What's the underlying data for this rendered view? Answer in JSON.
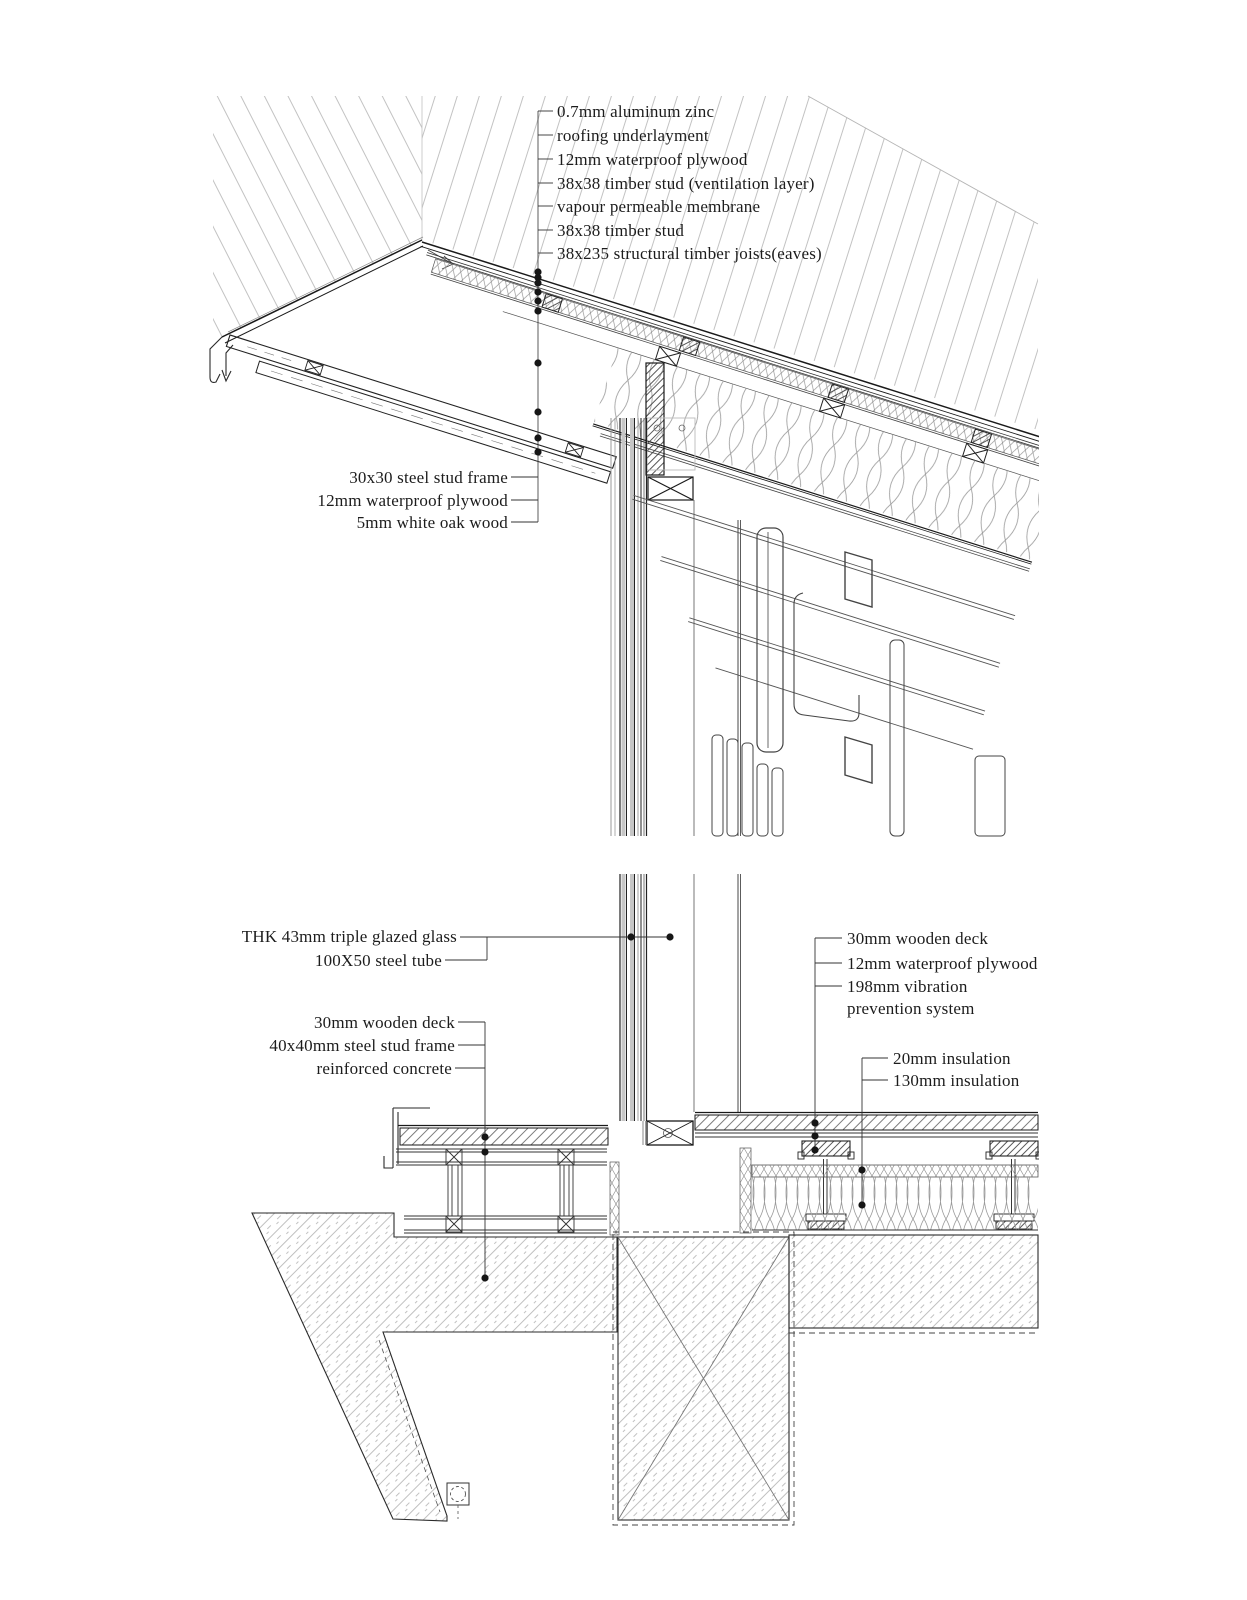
{
  "labels": {
    "roof_layers": [
      "0.7mm aluminum zinc",
      "roofing underlayment",
      "12mm waterproof plywood",
      "38x38 timber stud (ventilation layer)",
      "vapour permeable membrane",
      "38x38 timber stud",
      "38x235 structural timber joists(eaves)"
    ],
    "soffit_layers": [
      "30x30 steel stud frame",
      "12mm waterproof plywood",
      "5mm white oak wood"
    ],
    "glazing": [
      "THK 43mm triple glazed glass",
      "100X50 steel tube"
    ],
    "terrace_layers": [
      "30mm wooden deck",
      "40x40mm steel stud frame",
      "reinforced concrete"
    ],
    "floor_layers": [
      "30mm wooden deck",
      "12mm waterproof plywood",
      "198mm vibration",
      "prevention system"
    ],
    "insulation_layers": [
      "20mm insulation",
      "130mm insulation"
    ]
  },
  "colors": {
    "line": "#1a1a1a",
    "hatch_light": "#bcbcbc",
    "glass_fill": "#c6c6c6",
    "concrete_hatch": "#a5a5a5"
  }
}
